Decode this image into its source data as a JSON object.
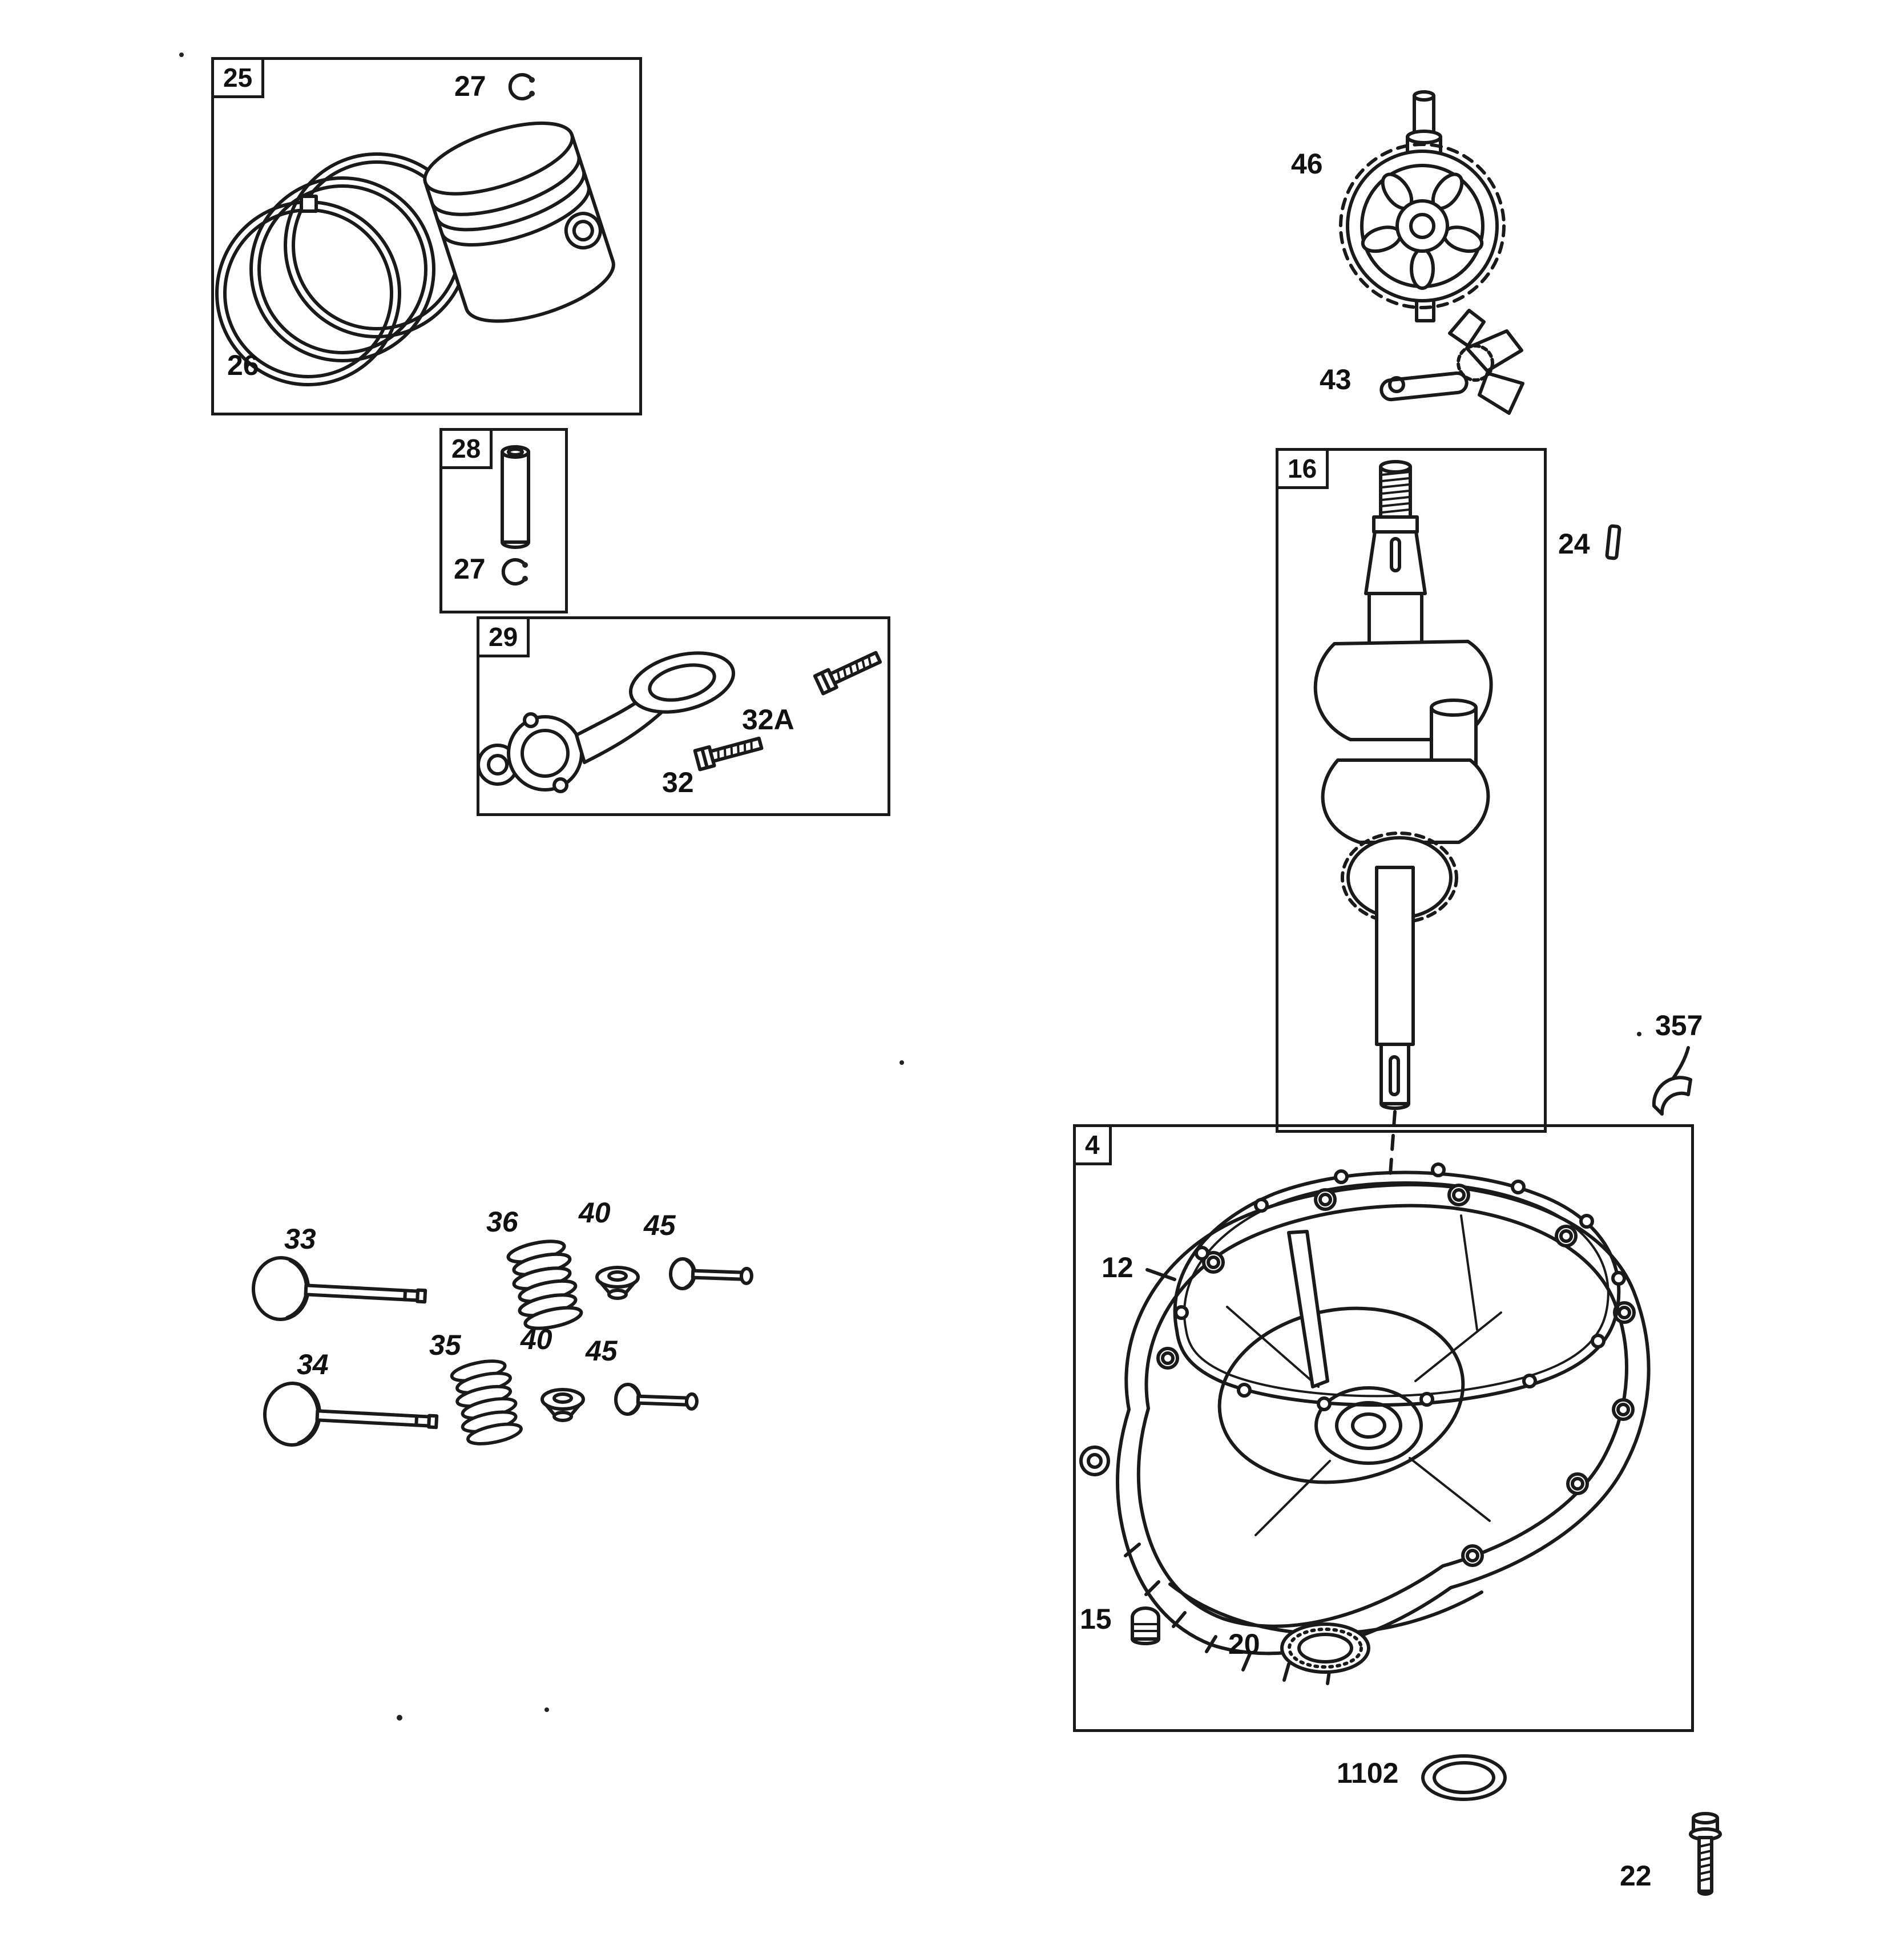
{
  "boxes": {
    "piston": "25",
    "piston_pin": "28",
    "connecting_rod": "29",
    "crankshaft": "16",
    "sump": "4"
  },
  "callouts": {
    "piston_clip": "27",
    "ring_set": "26",
    "pin_clip": "27",
    "rod_screw_a": "32A",
    "rod_screw": "32",
    "cam_gear": "46",
    "oil_slinger": "43",
    "key": "24",
    "seal_357": "357",
    "gasket": "12",
    "plug": "15",
    "bearing": "20",
    "oil_seal": "1102",
    "bolt": "22",
    "valve_upper": "33",
    "valve_lower": "34",
    "spring_lower": "35",
    "spring_upper": "36",
    "retainer_upper": "40",
    "retainer_lower": "40",
    "cap_upper": "45",
    "cap_lower": "45"
  }
}
